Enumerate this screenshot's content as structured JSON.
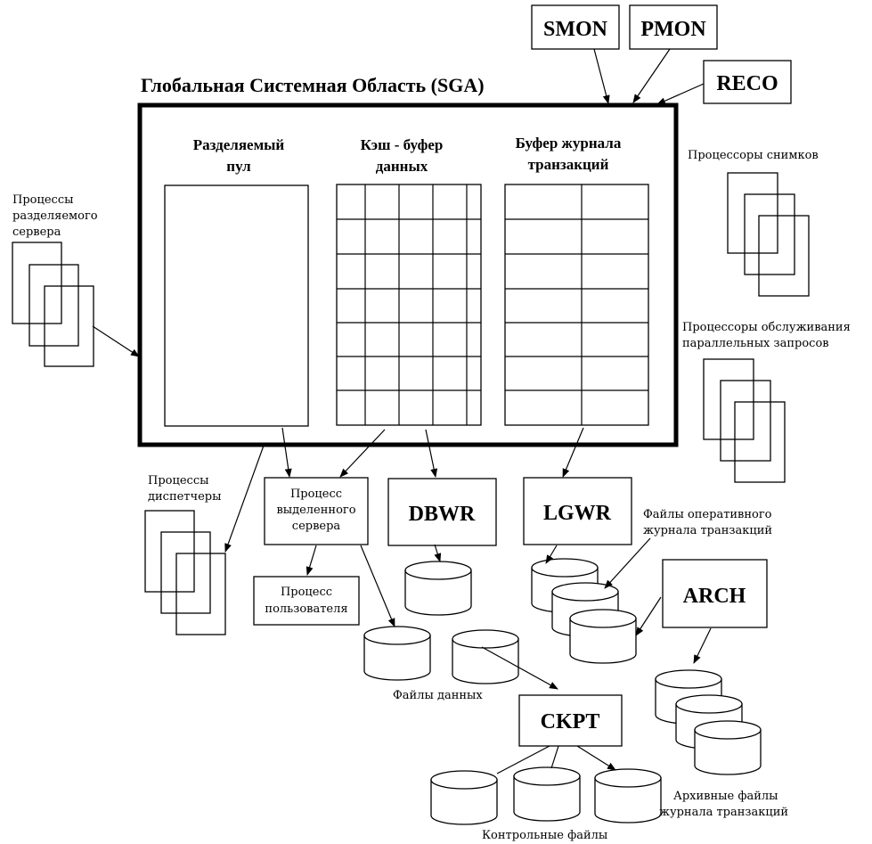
{
  "title": "Глобальная Системная Область (SGA)",
  "sga": {
    "shared_pool": [
      "Разделяемый",
      "пул"
    ],
    "buffer_cache": [
      "Кэш - буфер",
      "данных"
    ],
    "redo_buffer": [
      "Буфер журнала",
      "транзакций"
    ]
  },
  "processes": {
    "smon": "SMON",
    "pmon": "PMON",
    "reco": "RECO",
    "dbwr": "DBWR",
    "lgwr": "LGWR",
    "arch": "ARCH",
    "ckpt": "CKPT",
    "dedicated_server": [
      "Процесс",
      "выделенного",
      "сервера"
    ],
    "user_process": [
      "Процесс",
      "пользователя"
    ]
  },
  "labels": {
    "shared_servers": [
      "Процессы",
      "разделяемого",
      "сервера"
    ],
    "dispatchers": [
      "Процессы",
      "диспетчеры"
    ],
    "snapshot_processes": [
      "Процессоры снимков"
    ],
    "parallel_query": [
      "Процессоры обслуживания",
      "параллельных запросов"
    ],
    "online_redo": [
      "Файлы оперативного",
      "журнала транзакций"
    ],
    "data_files": "Файлы данных",
    "archive_files": [
      "Архивные файлы",
      "журнала транзакций"
    ],
    "control_files": "Контрольные файлы"
  }
}
